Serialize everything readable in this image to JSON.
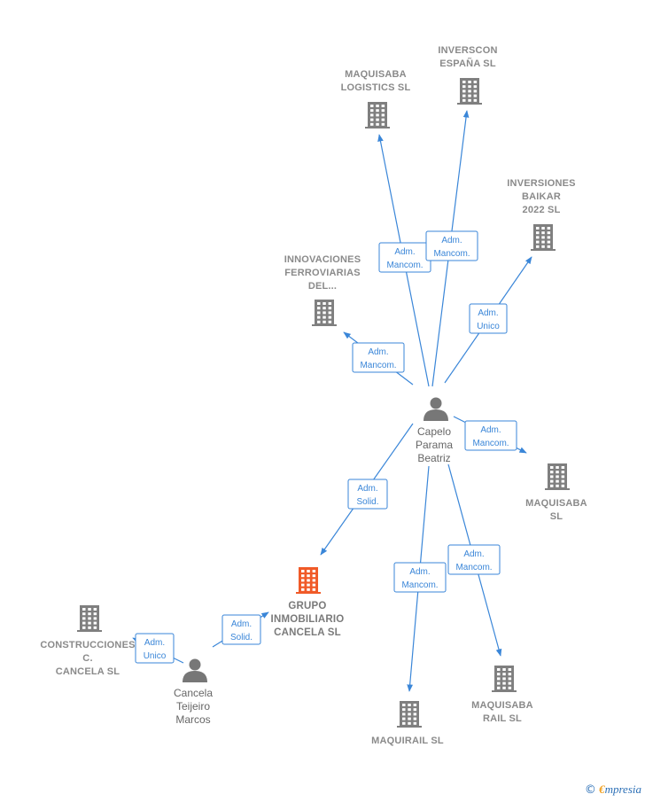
{
  "colors": {
    "edge": "#3a86d8",
    "building": "#7f7f7f",
    "focus_building": "#f05a28",
    "person": "#777777"
  },
  "nodes": [
    {
      "id": "maquisaba_logistics",
      "kind": "company",
      "lines": [
        "MAQUISABA",
        "LOGISTICS  SL"
      ],
      "icon": "building-icon"
    },
    {
      "id": "inverscon",
      "kind": "company",
      "lines": [
        "INVERSCON",
        "ESPAÑA  SL"
      ],
      "icon": "building-icon"
    },
    {
      "id": "inversiones_baikar",
      "kind": "company",
      "lines": [
        "INVERSIONES",
        "BAIKAR",
        "2022  SL"
      ],
      "icon": "building-icon"
    },
    {
      "id": "innovaciones",
      "kind": "company",
      "lines": [
        "INNOVACIONES",
        "FERROVIARIAS",
        "DEL..."
      ],
      "icon": "building-icon"
    },
    {
      "id": "capelo",
      "kind": "person",
      "lines": [
        "Capelo",
        "Parama",
        "Beatriz"
      ],
      "icon": "person-icon"
    },
    {
      "id": "maquisaba",
      "kind": "company",
      "lines": [
        "MAQUISABA",
        "SL"
      ],
      "icon": "building-icon"
    },
    {
      "id": "grupo",
      "kind": "company",
      "focus": true,
      "lines": [
        "GRUPO",
        "INMOBILIARIO",
        "CANCELA  SL"
      ],
      "icon": "building-icon"
    },
    {
      "id": "construcciones",
      "kind": "company",
      "lines": [
        "CONSTRUCCIONES",
        "C.",
        "CANCELA SL"
      ],
      "icon": "building-icon"
    },
    {
      "id": "cancela",
      "kind": "person",
      "lines": [
        "Cancela",
        "Teijeiro",
        "Marcos"
      ],
      "icon": "person-icon"
    },
    {
      "id": "maquirail",
      "kind": "company",
      "lines": [
        "MAQUIRAIL  SL"
      ],
      "icon": "building-icon"
    },
    {
      "id": "maquisaba_rail",
      "kind": "company",
      "lines": [
        "MAQUISABA",
        "RAIL  SL"
      ],
      "icon": "building-icon"
    }
  ],
  "edges": [
    {
      "from": "capelo",
      "to": "maquisaba_logistics",
      "lines": [
        "Adm.",
        "Mancom."
      ]
    },
    {
      "from": "capelo",
      "to": "inverscon",
      "lines": [
        "Adm.",
        "Mancom."
      ]
    },
    {
      "from": "capelo",
      "to": "inversiones_baikar",
      "lines": [
        "Adm.",
        "Unico"
      ]
    },
    {
      "from": "capelo",
      "to": "innovaciones",
      "lines": [
        "Adm.",
        "Mancom."
      ]
    },
    {
      "from": "capelo",
      "to": "maquisaba",
      "lines": [
        "Adm.",
        "Mancom."
      ]
    },
    {
      "from": "capelo",
      "to": "grupo",
      "lines": [
        "Adm.",
        "Solid."
      ]
    },
    {
      "from": "capelo",
      "to": "maquirail",
      "lines": [
        "Adm.",
        "Mancom."
      ]
    },
    {
      "from": "capelo",
      "to": "maquisaba_rail",
      "lines": [
        "Adm.",
        "Mancom."
      ]
    },
    {
      "from": "cancela",
      "to": "grupo",
      "lines": [
        "Adm.",
        "Solid."
      ]
    },
    {
      "from": "cancela",
      "to": "construcciones",
      "lines": [
        "Adm.",
        "Unico"
      ]
    }
  ],
  "brand": {
    "copyright": "©",
    "initial": "€",
    "rest": "mpresia"
  }
}
